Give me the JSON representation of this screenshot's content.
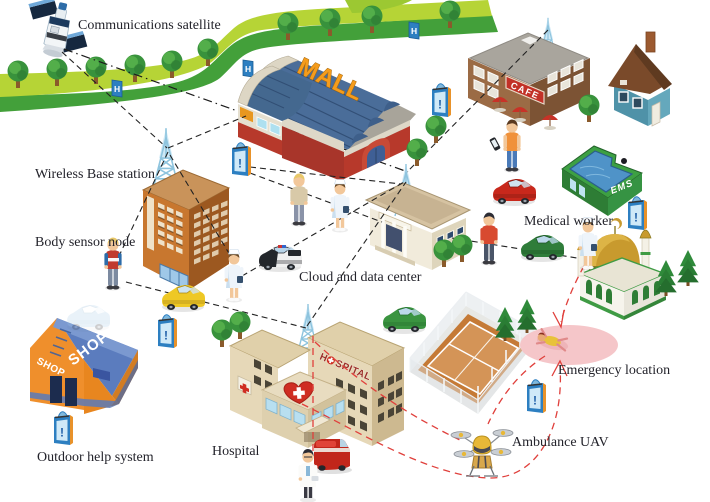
{
  "figure": {
    "labels": {
      "satellite": "Communications satellite",
      "base_station": "Wireless Base station",
      "body_sensor": "Body sensor node",
      "cloud": "Cloud and data center",
      "medical_worker": "Medical worker",
      "emergency": "Emergency location",
      "uav": "Ambulance UAV",
      "hospital": "Hospital",
      "help_system": "Outdoor help system"
    },
    "signs": {
      "mall": "MALL",
      "cafe": "CAFE",
      "ems": "EMS",
      "hospital_h": "H",
      "hospital_rest": "SPITAL",
      "shop_roof": "SHOP",
      "shop_awning": "SHOP",
      "post_h": "H",
      "post_alert": "!"
    },
    "colors": {
      "label_text": "#23232b",
      "link_line": "#1c1c1c",
      "emergency_line": "#e0403c",
      "emergency_zone": "#f5c6c9",
      "road_light": "#b6d436",
      "road_dark": "#43a03a",
      "tree_green": "#38923c",
      "tower_blue": "#9fcfe8",
      "help_post_blue": "#2d7fc1",
      "mall_roof": "#4a6d99",
      "mall_sign": "#f59c1c",
      "hospital_wall": "#ddcba4",
      "heart_red": "#cf2d22",
      "shop_orange": "#ef8f2c",
      "shop_roof_blue": "#5b7cbe",
      "cafe_sign_red": "#c23127",
      "ems_green": "#2e7d35",
      "mosque_gold": "#c89a2e"
    }
  }
}
